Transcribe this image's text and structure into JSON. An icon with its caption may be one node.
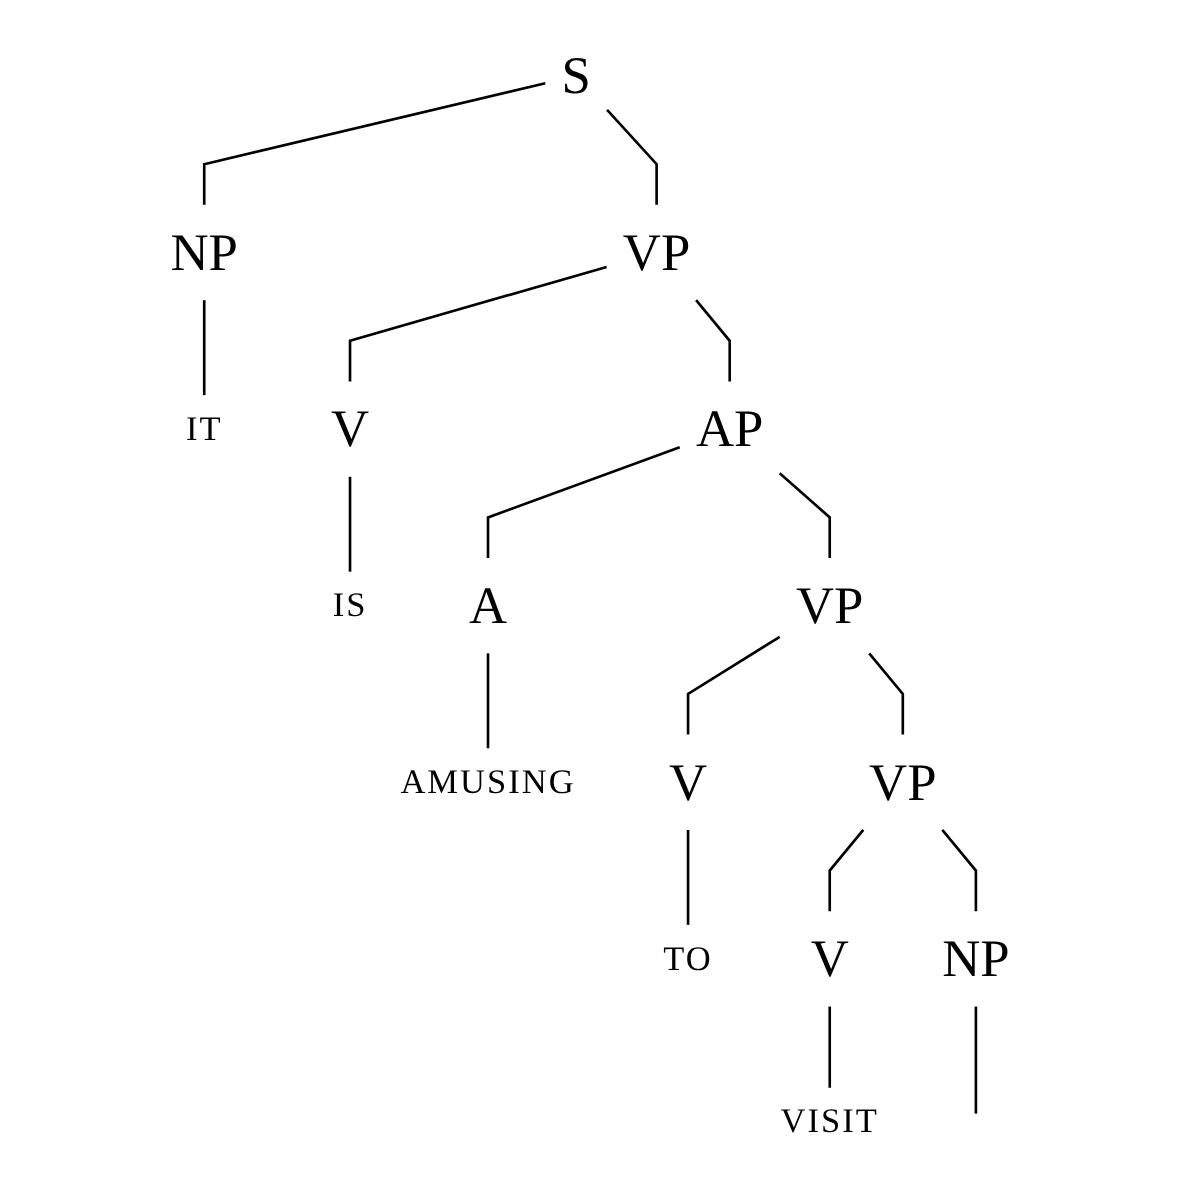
{
  "diagram": {
    "nodes": [
      {
        "text": [
          "S"
        ]
      },
      {
        "text": [
          "NP"
        ]
      },
      {
        "text": [
          "VP"
        ]
      },
      {
        "text": [
          "IT"
        ]
      },
      {
        "text": [
          "V"
        ]
      },
      {
        "text": [
          "AP"
        ]
      },
      {
        "text": [
          "IS"
        ]
      },
      {
        "text": [
          "A"
        ]
      },
      {
        "text": [
          "VP"
        ]
      },
      {
        "text": [
          "AMUSING"
        ]
      },
      {
        "text": [
          "V"
        ]
      },
      {
        "text": [
          "VP"
        ]
      },
      {
        "text": [
          "TO"
        ]
      },
      {
        "text": [
          "V"
        ]
      },
      {
        "text": [
          "NP"
        ]
      },
      {
        "text": [
          "VISIT"
        ]
      }
    ],
    "edges": [
      {
        "from": 0,
        "to": 1,
        "arrow": "none"
      },
      {
        "from": 0,
        "to": 2,
        "arrow": "none"
      },
      {
        "from": 1,
        "to": 3,
        "arrow": "none"
      },
      {
        "from": 2,
        "to": 4,
        "arrow": "none"
      },
      {
        "from": 2,
        "to": 5,
        "arrow": "none"
      },
      {
        "from": 4,
        "to": 6,
        "arrow": "none"
      },
      {
        "from": 5,
        "to": 7,
        "arrow": "none"
      },
      {
        "from": 5,
        "to": 8,
        "arrow": "none"
      },
      {
        "from": 7,
        "to": 9,
        "arrow": "none"
      },
      {
        "from": 8,
        "to": 10,
        "arrow": "none"
      },
      {
        "from": 8,
        "to": 11,
        "arrow": "none"
      },
      {
        "from": 10,
        "to": 12,
        "arrow": "none"
      },
      {
        "from": 11,
        "to": 13,
        "arrow": "none"
      },
      {
        "from": 11,
        "to": 14,
        "arrow": "none"
      },
      {
        "from": 13,
        "to": 15,
        "arrow": "none"
      },
      {
        "from": 14,
        "to": null,
        "arrow": "none"
      }
    ]
  }
}
